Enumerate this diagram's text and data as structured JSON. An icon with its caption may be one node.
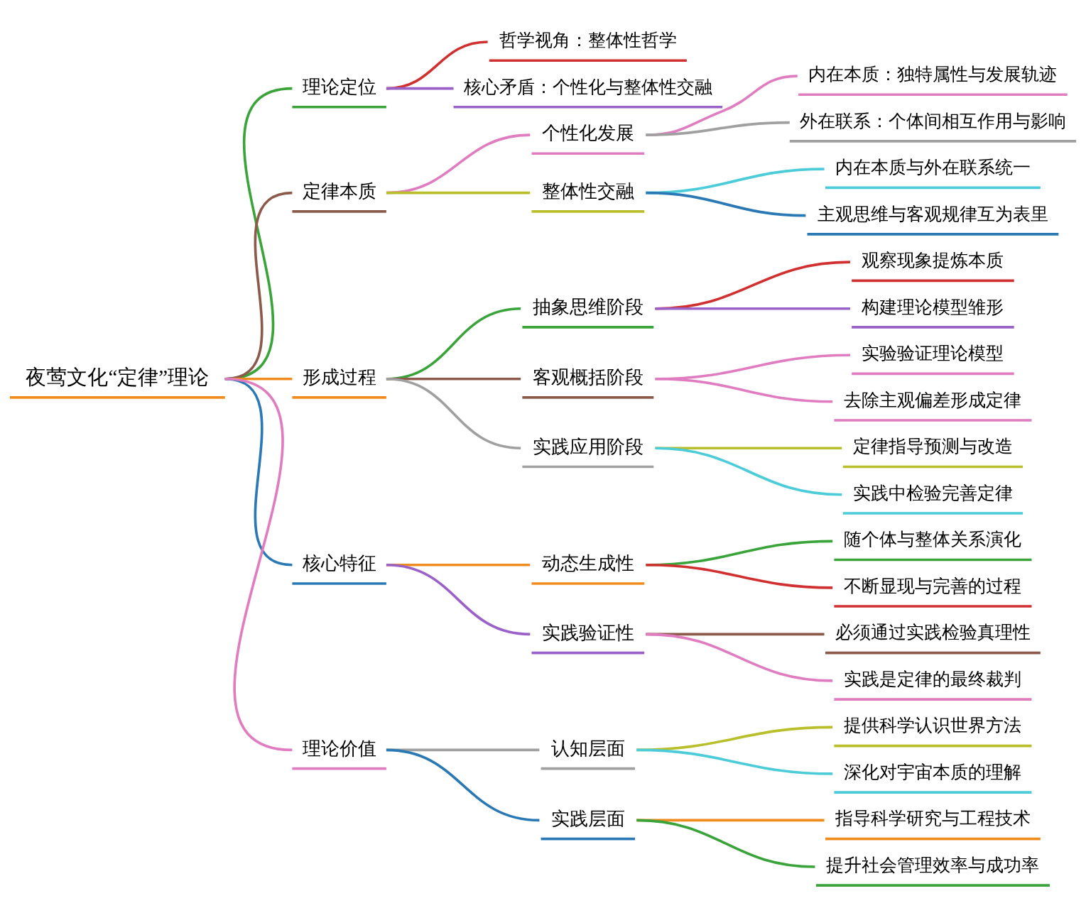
{
  "diagram": {
    "nodes": [
      {
        "text": [
          "夜莺文化“定律”理论"
        ]
      },
      {
        "text": [
          "理论定位"
        ]
      },
      {
        "text": [
          "哲学视角：整体性哲学"
        ]
      },
      {
        "text": [
          "核心矛盾：个性化与整体性交融"
        ]
      },
      {
        "text": [
          "定律本质"
        ]
      },
      {
        "text": [
          "个性化发展"
        ]
      },
      {
        "text": [
          "内在本质：独特属性与发展轨迹"
        ]
      },
      {
        "text": [
          "外在联系：个体间相互作用与影响"
        ]
      },
      {
        "text": [
          "整体性交融"
        ]
      },
      {
        "text": [
          "内在本质与外在联系统一"
        ]
      },
      {
        "text": [
          "主观思维与客观规律互为表里"
        ]
      },
      {
        "text": [
          "形成过程"
        ]
      },
      {
        "text": [
          "抽象思维阶段"
        ]
      },
      {
        "text": [
          "观察现象提炼本质"
        ]
      },
      {
        "text": [
          "构建理论模型雏形"
        ]
      },
      {
        "text": [
          "客观概括阶段"
        ]
      },
      {
        "text": [
          "实验验证理论模型"
        ]
      },
      {
        "text": [
          "去除主观偏差形成定律"
        ]
      },
      {
        "text": [
          "实践应用阶段"
        ]
      },
      {
        "text": [
          "定律指导预测与改造"
        ]
      },
      {
        "text": [
          "实践中检验完善定律"
        ]
      },
      {
        "text": [
          "核心特征"
        ]
      },
      {
        "text": [
          "动态生成性"
        ]
      },
      {
        "text": [
          "随个体与整体关系演化"
        ]
      },
      {
        "text": [
          "不断显现与完善的过程"
        ]
      },
      {
        "text": [
          "实践验证性"
        ]
      },
      {
        "text": [
          "必须通过实践检验真理性"
        ]
      },
      {
        "text": [
          "实践是定律的最终裁判"
        ]
      },
      {
        "text": [
          "理论价值"
        ]
      },
      {
        "text": [
          "认知层面"
        ]
      },
      {
        "text": [
          "提供科学认识世界方法"
        ]
      },
      {
        "text": [
          "深化对宇宙本质的理解"
        ]
      },
      {
        "text": [
          "实践层面"
        ]
      },
      {
        "text": [
          "指导科学研究与工程技术"
        ]
      },
      {
        "text": [
          "提升社会管理效率与成功率"
        ]
      }
    ],
    "edges": [
      {
        "from": 0,
        "to": 1,
        "arrow": "none",
        "color": "#3aa33a"
      },
      {
        "from": 1,
        "to": 2,
        "arrow": "none",
        "color": "#d03030"
      },
      {
        "from": 1,
        "to": 3,
        "arrow": "none",
        "color": "#9a62c8"
      },
      {
        "from": 0,
        "to": 4,
        "arrow": "none",
        "color": "#8b5a4a"
      },
      {
        "from": 4,
        "to": 5,
        "arrow": "none",
        "color": "#e07cc0"
      },
      {
        "from": 5,
        "to": 6,
        "arrow": "none",
        "color": "#e07cc0"
      },
      {
        "from": 5,
        "to": 7,
        "arrow": "none",
        "color": "#a0a0a0"
      },
      {
        "from": 4,
        "to": 8,
        "arrow": "none",
        "color": "#b8bf2a"
      },
      {
        "from": 8,
        "to": 9,
        "arrow": "none",
        "color": "#4ccbd8"
      },
      {
        "from": 8,
        "to": 10,
        "arrow": "none",
        "color": "#2a78b4"
      },
      {
        "from": 0,
        "to": 11,
        "arrow": "none",
        "color": "#f08c1e"
      },
      {
        "from": 11,
        "to": 12,
        "arrow": "none",
        "color": "#3aa33a"
      },
      {
        "from": 12,
        "to": 13,
        "arrow": "none",
        "color": "#d03030"
      },
      {
        "from": 12,
        "to": 14,
        "arrow": "none",
        "color": "#9a62c8"
      },
      {
        "from": 11,
        "to": 15,
        "arrow": "none",
        "color": "#8b5a4a"
      },
      {
        "from": 15,
        "to": 16,
        "arrow": "none",
        "color": "#e07cc0"
      },
      {
        "from": 15,
        "to": 17,
        "arrow": "none",
        "color": "#e07cc0"
      },
      {
        "from": 11,
        "to": 18,
        "arrow": "none",
        "color": "#a0a0a0"
      },
      {
        "from": 18,
        "to": 19,
        "arrow": "none",
        "color": "#b8bf2a"
      },
      {
        "from": 18,
        "to": 20,
        "arrow": "none",
        "color": "#4ccbd8"
      },
      {
        "from": 0,
        "to": 21,
        "arrow": "none",
        "color": "#2a78b4"
      },
      {
        "from": 21,
        "to": 22,
        "arrow": "none",
        "color": "#f08c1e"
      },
      {
        "from": 22,
        "to": 23,
        "arrow": "none",
        "color": "#3aa33a"
      },
      {
        "from": 22,
        "to": 24,
        "arrow": "none",
        "color": "#d03030"
      },
      {
        "from": 21,
        "to": 25,
        "arrow": "none",
        "color": "#9a62c8"
      },
      {
        "from": 25,
        "to": 26,
        "arrow": "none",
        "color": "#8b5a4a"
      },
      {
        "from": 25,
        "to": 27,
        "arrow": "none",
        "color": "#e07cc0"
      },
      {
        "from": 0,
        "to": 28,
        "arrow": "none",
        "color": "#e07cc0"
      },
      {
        "from": 28,
        "to": 29,
        "arrow": "none",
        "color": "#a0a0a0"
      },
      {
        "from": 29,
        "to": 30,
        "arrow": "none",
        "color": "#b8bf2a"
      },
      {
        "from": 29,
        "to": 31,
        "arrow": "none",
        "color": "#4ccbd8"
      },
      {
        "from": 28,
        "to": 32,
        "arrow": "none",
        "color": "#2a78b4"
      },
      {
        "from": 32,
        "to": 33,
        "arrow": "none",
        "color": "#f08c1e"
      },
      {
        "from": 32,
        "to": 34,
        "arrow": "none",
        "color": "#3aa33a"
      }
    ]
  }
}
